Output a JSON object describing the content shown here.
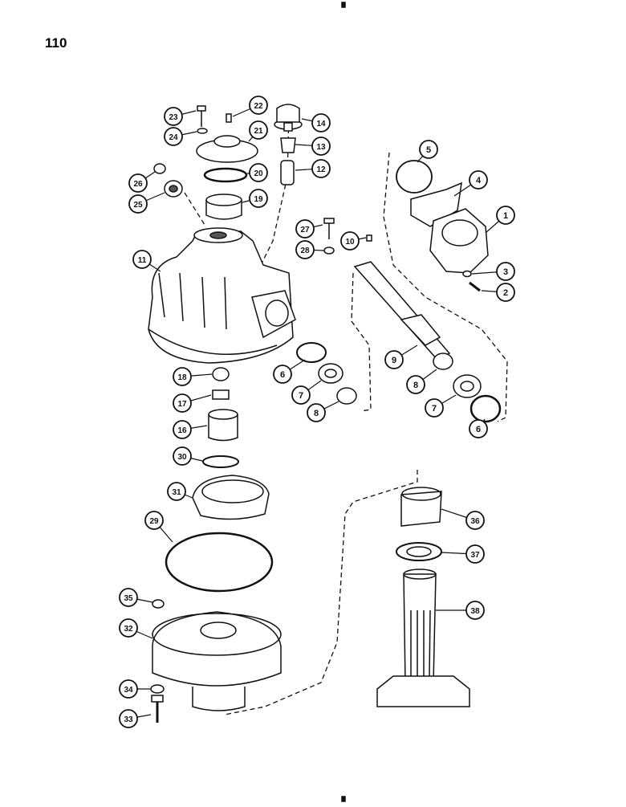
{
  "page_number": "110",
  "callouts": [
    {
      "id": "c1",
      "label": "1"
    },
    {
      "id": "c2",
      "label": "2"
    },
    {
      "id": "c3",
      "label": "3"
    },
    {
      "id": "c4",
      "label": "4"
    },
    {
      "id": "c5",
      "label": "5"
    },
    {
      "id": "c6a",
      "label": "6"
    },
    {
      "id": "c6b",
      "label": "6"
    },
    {
      "id": "c7a",
      "label": "7"
    },
    {
      "id": "c7b",
      "label": "7"
    },
    {
      "id": "c8a",
      "label": "8"
    },
    {
      "id": "c8b",
      "label": "8"
    },
    {
      "id": "c9",
      "label": "9"
    },
    {
      "id": "c10",
      "label": "10"
    },
    {
      "id": "c11",
      "label": "11"
    },
    {
      "id": "c12",
      "label": "12"
    },
    {
      "id": "c13",
      "label": "13"
    },
    {
      "id": "c14",
      "label": "14"
    },
    {
      "id": "c16",
      "label": "16"
    },
    {
      "id": "c17",
      "label": "17"
    },
    {
      "id": "c18",
      "label": "18"
    },
    {
      "id": "c19",
      "label": "19"
    },
    {
      "id": "c20",
      "label": "20"
    },
    {
      "id": "c21",
      "label": "21"
    },
    {
      "id": "c22",
      "label": "22"
    },
    {
      "id": "c23",
      "label": "23"
    },
    {
      "id": "c24",
      "label": "24"
    },
    {
      "id": "c25",
      "label": "25"
    },
    {
      "id": "c26",
      "label": "26"
    },
    {
      "id": "c27",
      "label": "27"
    },
    {
      "id": "c28",
      "label": "28"
    },
    {
      "id": "c29",
      "label": "29"
    },
    {
      "id": "c30",
      "label": "30"
    },
    {
      "id": "c31",
      "label": "31"
    },
    {
      "id": "c32",
      "label": "32"
    },
    {
      "id": "c33",
      "label": "33"
    },
    {
      "id": "c34",
      "label": "34"
    },
    {
      "id": "c35",
      "label": "35"
    },
    {
      "id": "c36",
      "label": "36"
    },
    {
      "id": "c37",
      "label": "37"
    },
    {
      "id": "c38",
      "label": "38"
    }
  ],
  "colors": {
    "ink": "#111111",
    "paper": "#ffffff",
    "shade": "#555555"
  }
}
